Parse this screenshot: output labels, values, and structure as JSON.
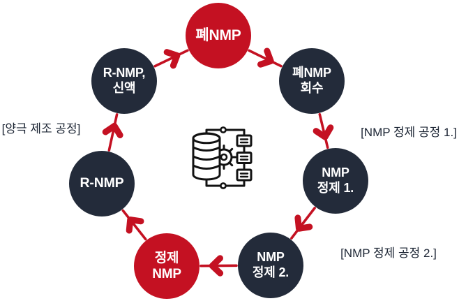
{
  "diagram": {
    "name": "NMP recycling process cycle",
    "colors": {
      "accent_red": "#C41122",
      "node_navy": "#232B3A",
      "node_text": "#FFFFFF",
      "label_text": "#1B2433",
      "icon_stroke": "#121212"
    },
    "nodes": [
      {
        "id": "waste-nmp",
        "line1": "폐NMP",
        "line2": "",
        "color": "red"
      },
      {
        "id": "waste-nmp-recovery",
        "line1": "폐NMP",
        "line2": "회수",
        "color": "navy"
      },
      {
        "id": "nmp-refine-1",
        "line1": "NMP",
        "line2": "정제 1.",
        "color": "navy"
      },
      {
        "id": "nmp-refine-2",
        "line1": "NMP",
        "line2": "정제 2.",
        "color": "navy"
      },
      {
        "id": "refined-nmp",
        "line1": "정제",
        "line2": "NMP",
        "color": "red"
      },
      {
        "id": "r-nmp",
        "line1": "R-NMP",
        "line2": "",
        "color": "navy"
      },
      {
        "id": "r-nmp-fresh",
        "line1": "R-NMP,",
        "line2": "신액",
        "color": "navy"
      }
    ],
    "side_labels": {
      "left": "[양극 제조 공정]",
      "right": "[NMP 정제 공정 1.]",
      "bottom_right": "[NMP 정제 공정 2.]"
    },
    "center_icon": "database-gear-flow-icon"
  }
}
